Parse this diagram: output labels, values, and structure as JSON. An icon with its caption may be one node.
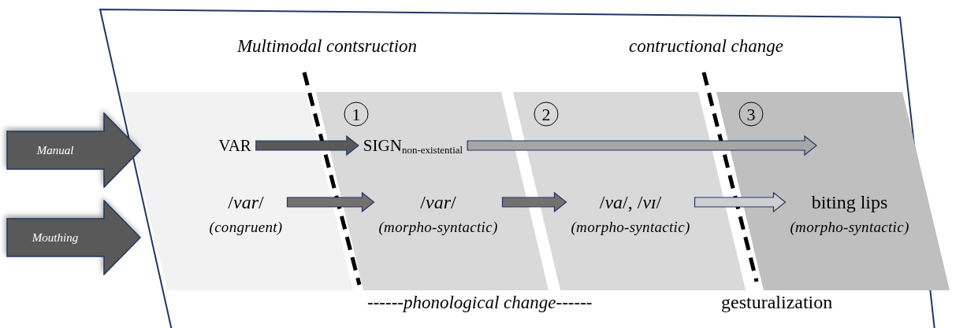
{
  "diagram": {
    "nodes": [
      {
        "text": [
          "Manual"
        ]
      },
      {
        "text": [
          "Mouthing"
        ]
      },
      {
        "text": [],
        "shape": "band"
      },
      {
        "text": [
          "VAR"
        ],
        "in": 2
      },
      {
        "text": [
          "/*var*/",
          "(congruent)"
        ],
        "in": 2
      },
      {
        "text": [
          "1"
        ]
      },
      {
        "text": [
          "SIGN$_{non-existential}$"
        ],
        "in": 5
      },
      {
        "text": [
          "/*var*/",
          "(morpho-syntactic)"
        ],
        "in": 5
      },
      {
        "text": [
          "2"
        ]
      },
      {
        "text": [
          "/*va*/, /*vɪ*/",
          "(morpho-syntactic)"
        ],
        "in": 8
      },
      {
        "text": [
          "3"
        ]
      },
      {
        "text": [
          "biting lips",
          "(morpho-syntactic)"
        ],
        "in": 10
      }
    ],
    "edges": [
      {
        "from": 3,
        "to": 6,
        "arrow": "to",
        "color": "#595959"
      },
      {
        "from": 6,
        "to": null,
        "arrow": "to",
        "color": "#a6a6a6"
      },
      {
        "from": 4,
        "to": 7,
        "arrow": "to"
      },
      {
        "from": 7,
        "to": 9,
        "arrow": "to"
      },
      {
        "from": 9,
        "to": 11,
        "arrow": "to",
        "color": "#d0cece"
      }
    ],
    "labels": [
      "Multimodal contsruction",
      "contructional change",
      "------*phonological change*------",
      "gesturalization"
    ]
  }
}
